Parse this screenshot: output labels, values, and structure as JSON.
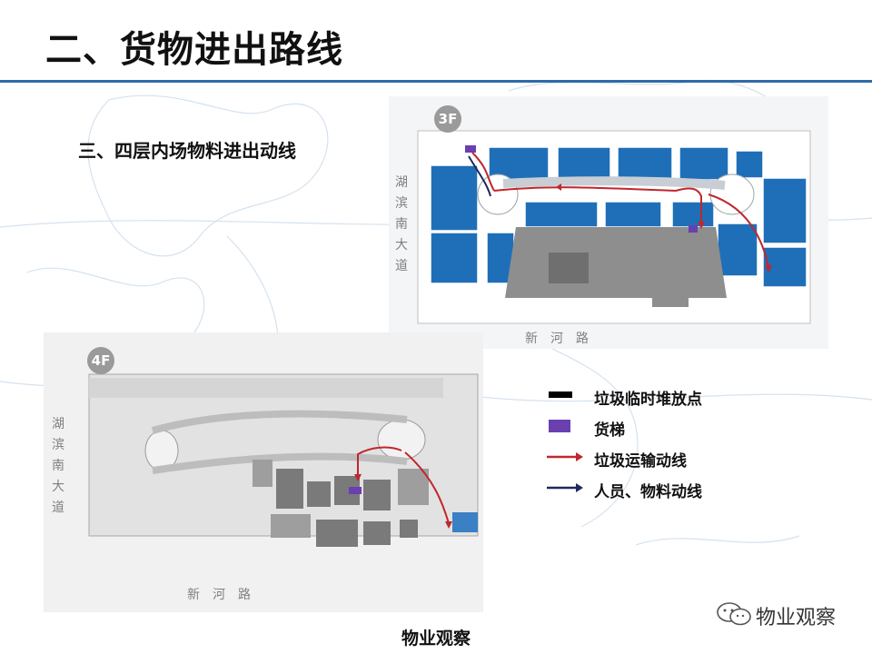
{
  "slide": {
    "title": "二、货物进出路线",
    "subtitle": "三、四层内场物料进出动线",
    "footer": "物业观察",
    "accent_color": "#2f6aa8"
  },
  "plan_3f": {
    "floor": "3F",
    "road_left": "湖滨南大道",
    "road_bottom": "新河路"
  },
  "plan_4f": {
    "floor": "4F",
    "road_left": "湖滨南大道",
    "road_bottom": "新河路"
  },
  "legend": {
    "items": [
      {
        "label": "垃圾临时堆放点",
        "swatch": "black-bar",
        "color": "#000000"
      },
      {
        "label": "货梯",
        "swatch": "purple-box",
        "color": "#6a3fb0"
      },
      {
        "label": "垃圾运输动线",
        "swatch": "red-arrow",
        "color": "#c0272d"
      },
      {
        "label": "人员、物料动线",
        "swatch": "navy-arrow",
        "color": "#1f2a5c"
      }
    ]
  },
  "watermark": {
    "label": "物业观察",
    "icon": "wechat-icon"
  }
}
